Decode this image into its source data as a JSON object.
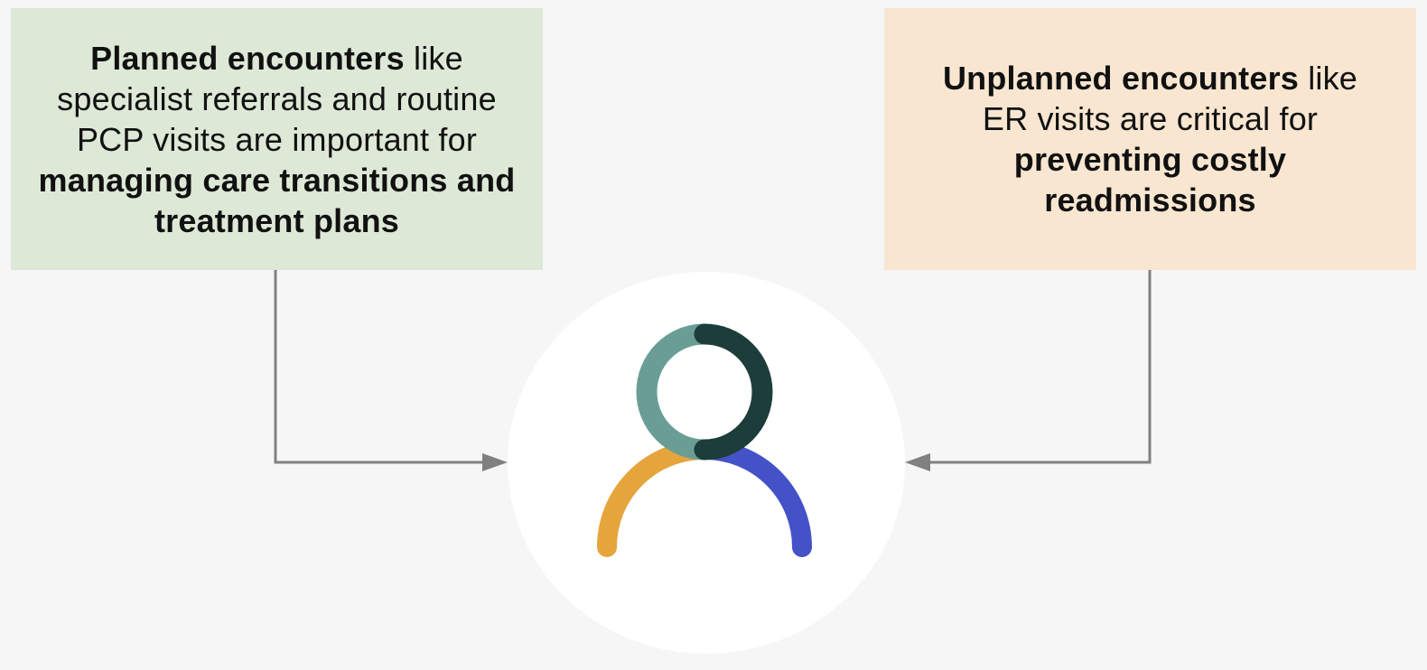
{
  "planned": {
    "lead_bold": "Planned encounters",
    "mid_text": " like specialist referrals and routine PCP visits are important for ",
    "tail_bold": "managing care transitions and treatment plans"
  },
  "unplanned": {
    "lead_bold": "Unplanned encounters",
    "mid_text": " like ER visits are critical for ",
    "tail_bold": "preventing costly readmissions"
  },
  "colors": {
    "planned_bg": "#dde8d7",
    "unplanned_bg": "#f8e6d1",
    "arrow": "#808080",
    "head_light": "#6a9e94",
    "head_dark": "#1c3d3a",
    "shoulder_left": "#e6a53c",
    "shoulder_right": "#4452c8"
  },
  "icons": {
    "center": "person-icon",
    "connector_left": "arrow-right-icon",
    "connector_right": "arrow-left-icon"
  }
}
